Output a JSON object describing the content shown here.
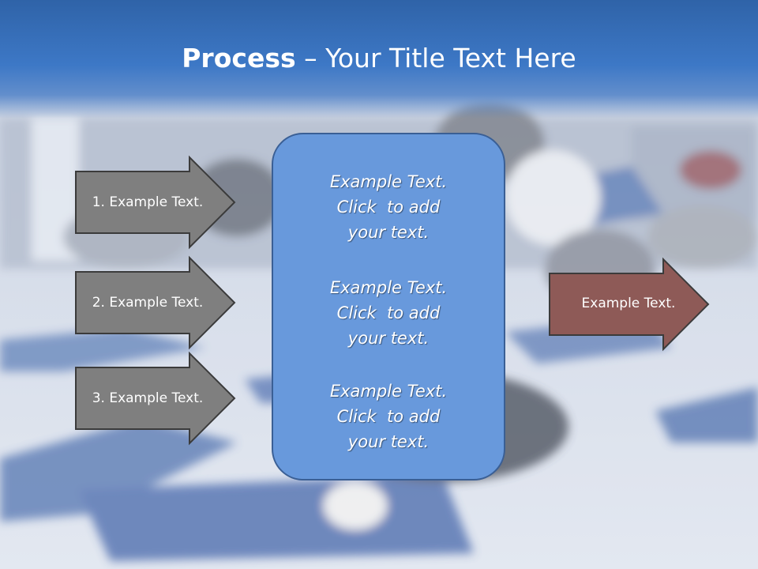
{
  "slide": {
    "title_bold": "Process",
    "title_rest": " – Your Title Text Here"
  },
  "left_arrows": [
    {
      "label": "1. Example Text."
    },
    {
      "label": "2. Example Text."
    },
    {
      "label": "3. Example Text."
    }
  ],
  "center_box": {
    "blocks": [
      {
        "line1": "Example Text.",
        "line2": "Click  to add",
        "line3": "your text."
      },
      {
        "line1": "Example Text.",
        "line2": "Click  to add",
        "line3": "your text."
      },
      {
        "line1": "Example Text.",
        "line2": "Click  to add",
        "line3": "your text."
      }
    ]
  },
  "right_arrow": {
    "label": "Example Text."
  },
  "colors": {
    "title_band": "#3d78c6",
    "left_arrow_fill": "#7f7f7f",
    "center_box_fill": "#6899dc",
    "right_arrow_fill": "#8e5a57"
  }
}
